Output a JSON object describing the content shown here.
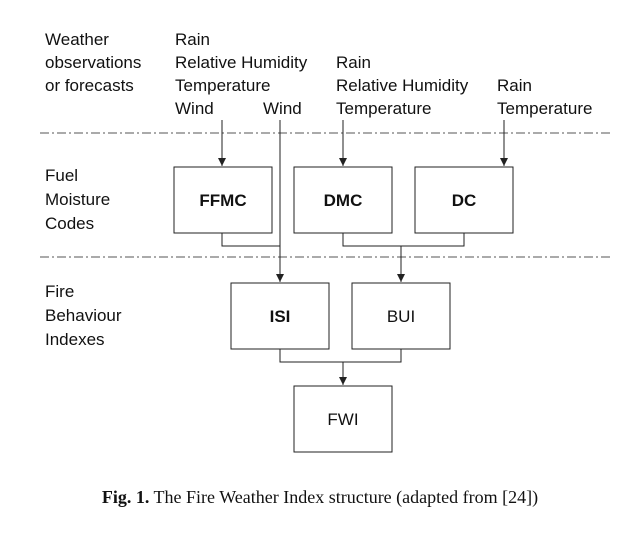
{
  "rows": {
    "weather": [
      "Weather",
      "observations",
      "or forecasts"
    ],
    "fuel": [
      "Fuel",
      "Moisture",
      "Codes"
    ],
    "fire": [
      "Fire",
      "Behaviour",
      "Indexes"
    ]
  },
  "inputs": {
    "ffmc": [
      "Rain",
      "Relative Humidity",
      "Temperature",
      "Wind"
    ],
    "isi_wind": "Wind",
    "dmc": [
      "Rain",
      "Relative Humidity",
      "Temperature"
    ],
    "dc": [
      "Rain",
      "Temperature"
    ]
  },
  "boxes": {
    "ffmc": "FFMC",
    "dmc": "DMC",
    "dc": "DC",
    "isi": "ISI",
    "bui": "BUI",
    "fwi": "FWI"
  },
  "caption": {
    "label": "Fig. 1.",
    "text": " The Fire Weather Index structure (adapted from [24])"
  },
  "colors": {
    "line": "#222222",
    "divider": "#555555",
    "text": "#111111"
  }
}
